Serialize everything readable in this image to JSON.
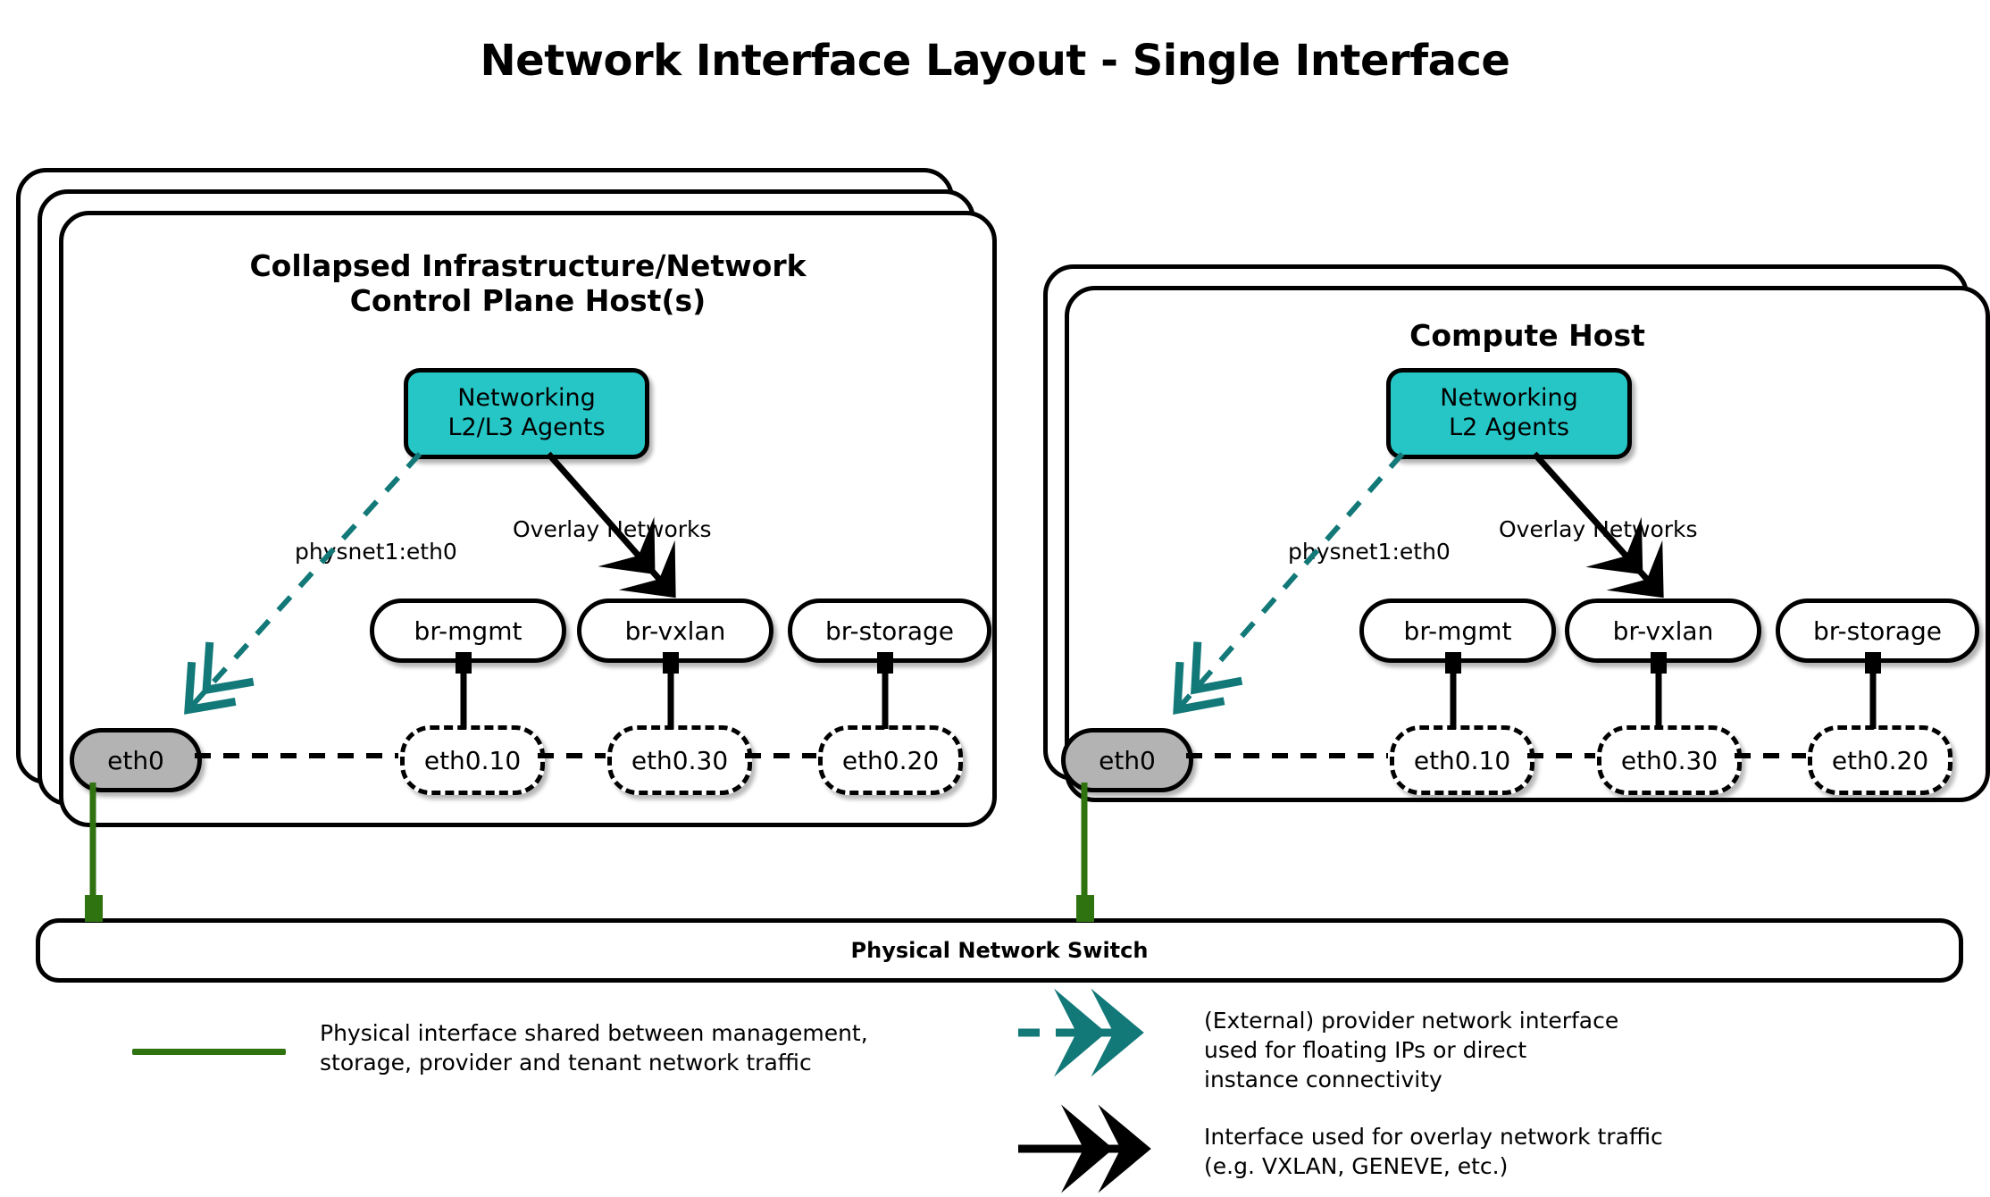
{
  "title": "Network Interface Layout - Single Interface",
  "colors": {
    "teal": "#26c6c6",
    "teal_line": "#127878",
    "green": "#2f7210",
    "eth0_grey": "#b3b3b3",
    "black": "#000000",
    "white": "#ffffff"
  },
  "hosts": [
    {
      "id": "control-plane",
      "title_line1": "Collapsed Infrastructure/Network",
      "title_line2": "Control Plane Host(s)",
      "stack_layers": 3,
      "agents": {
        "line1": "Networking",
        "line2": "L2/L3 Agents"
      },
      "physnet_label": "physnet1:eth0",
      "overlay_label": "Overlay Networks",
      "physical_interface": "eth0",
      "bridges": [
        {
          "bridge": "br-mgmt",
          "vlan": "eth0.10"
        },
        {
          "bridge": "br-vxlan",
          "vlan": "eth0.30"
        },
        {
          "bridge": "br-storage",
          "vlan": "eth0.20"
        }
      ]
    },
    {
      "id": "compute",
      "title_line1": "Compute Host",
      "title_line2": "",
      "stack_layers": 2,
      "agents": {
        "line1": "Networking",
        "line2": "L2 Agents"
      },
      "physnet_label": "physnet1:eth0",
      "overlay_label": "Overlay Networks",
      "physical_interface": "eth0",
      "bridges": [
        {
          "bridge": "br-mgmt",
          "vlan": "eth0.10"
        },
        {
          "bridge": "br-vxlan",
          "vlan": "eth0.30"
        },
        {
          "bridge": "br-storage",
          "vlan": "eth0.20"
        }
      ]
    }
  ],
  "switch": {
    "label": "Physical Network Switch"
  },
  "legend": [
    {
      "id": "physical-interface",
      "style": "solid-green-line",
      "text": "Physical interface shared between management,\nstorage, provider and tenant network traffic"
    },
    {
      "id": "provider-network",
      "style": "dashed-teal-arrow",
      "text": "(External) provider network interface\nused for floating IPs or direct\ninstance connectivity"
    },
    {
      "id": "overlay-network",
      "style": "solid-black-arrow",
      "text": "Interface used for overlay network traffic\n(e.g. VXLAN, GENEVE, etc.)"
    }
  ]
}
